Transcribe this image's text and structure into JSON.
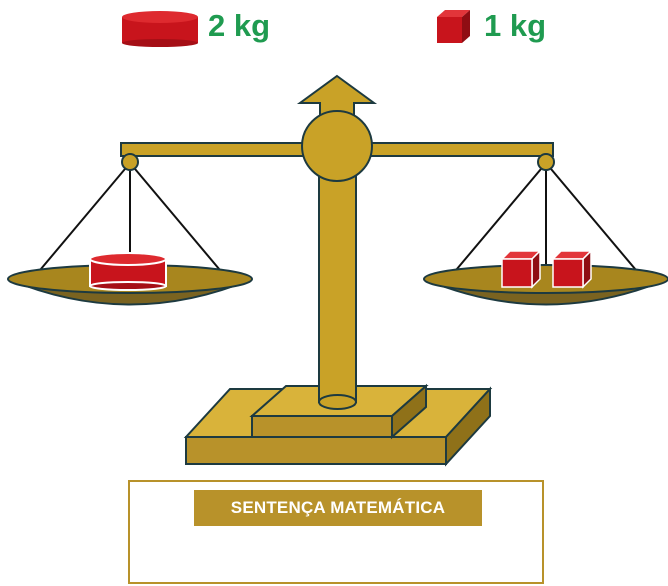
{
  "legend": {
    "disc_weight": "2 kg",
    "cube_weight": "1 kg"
  },
  "scale": {
    "left_pan": {
      "items": [
        "red-disc"
      ]
    },
    "right_pan": {
      "items": [
        "red-cube",
        "red-cube"
      ]
    }
  },
  "answer_box": {
    "title": "SENTENÇA MATEMÁTICA",
    "value": ""
  },
  "colors": {
    "gold": "#c9a227",
    "gold_dark": "#a8861e",
    "outline": "#1d3a40",
    "pan": "#7a6320",
    "red": "#c8141c",
    "label_green": "#1f9b50"
  }
}
